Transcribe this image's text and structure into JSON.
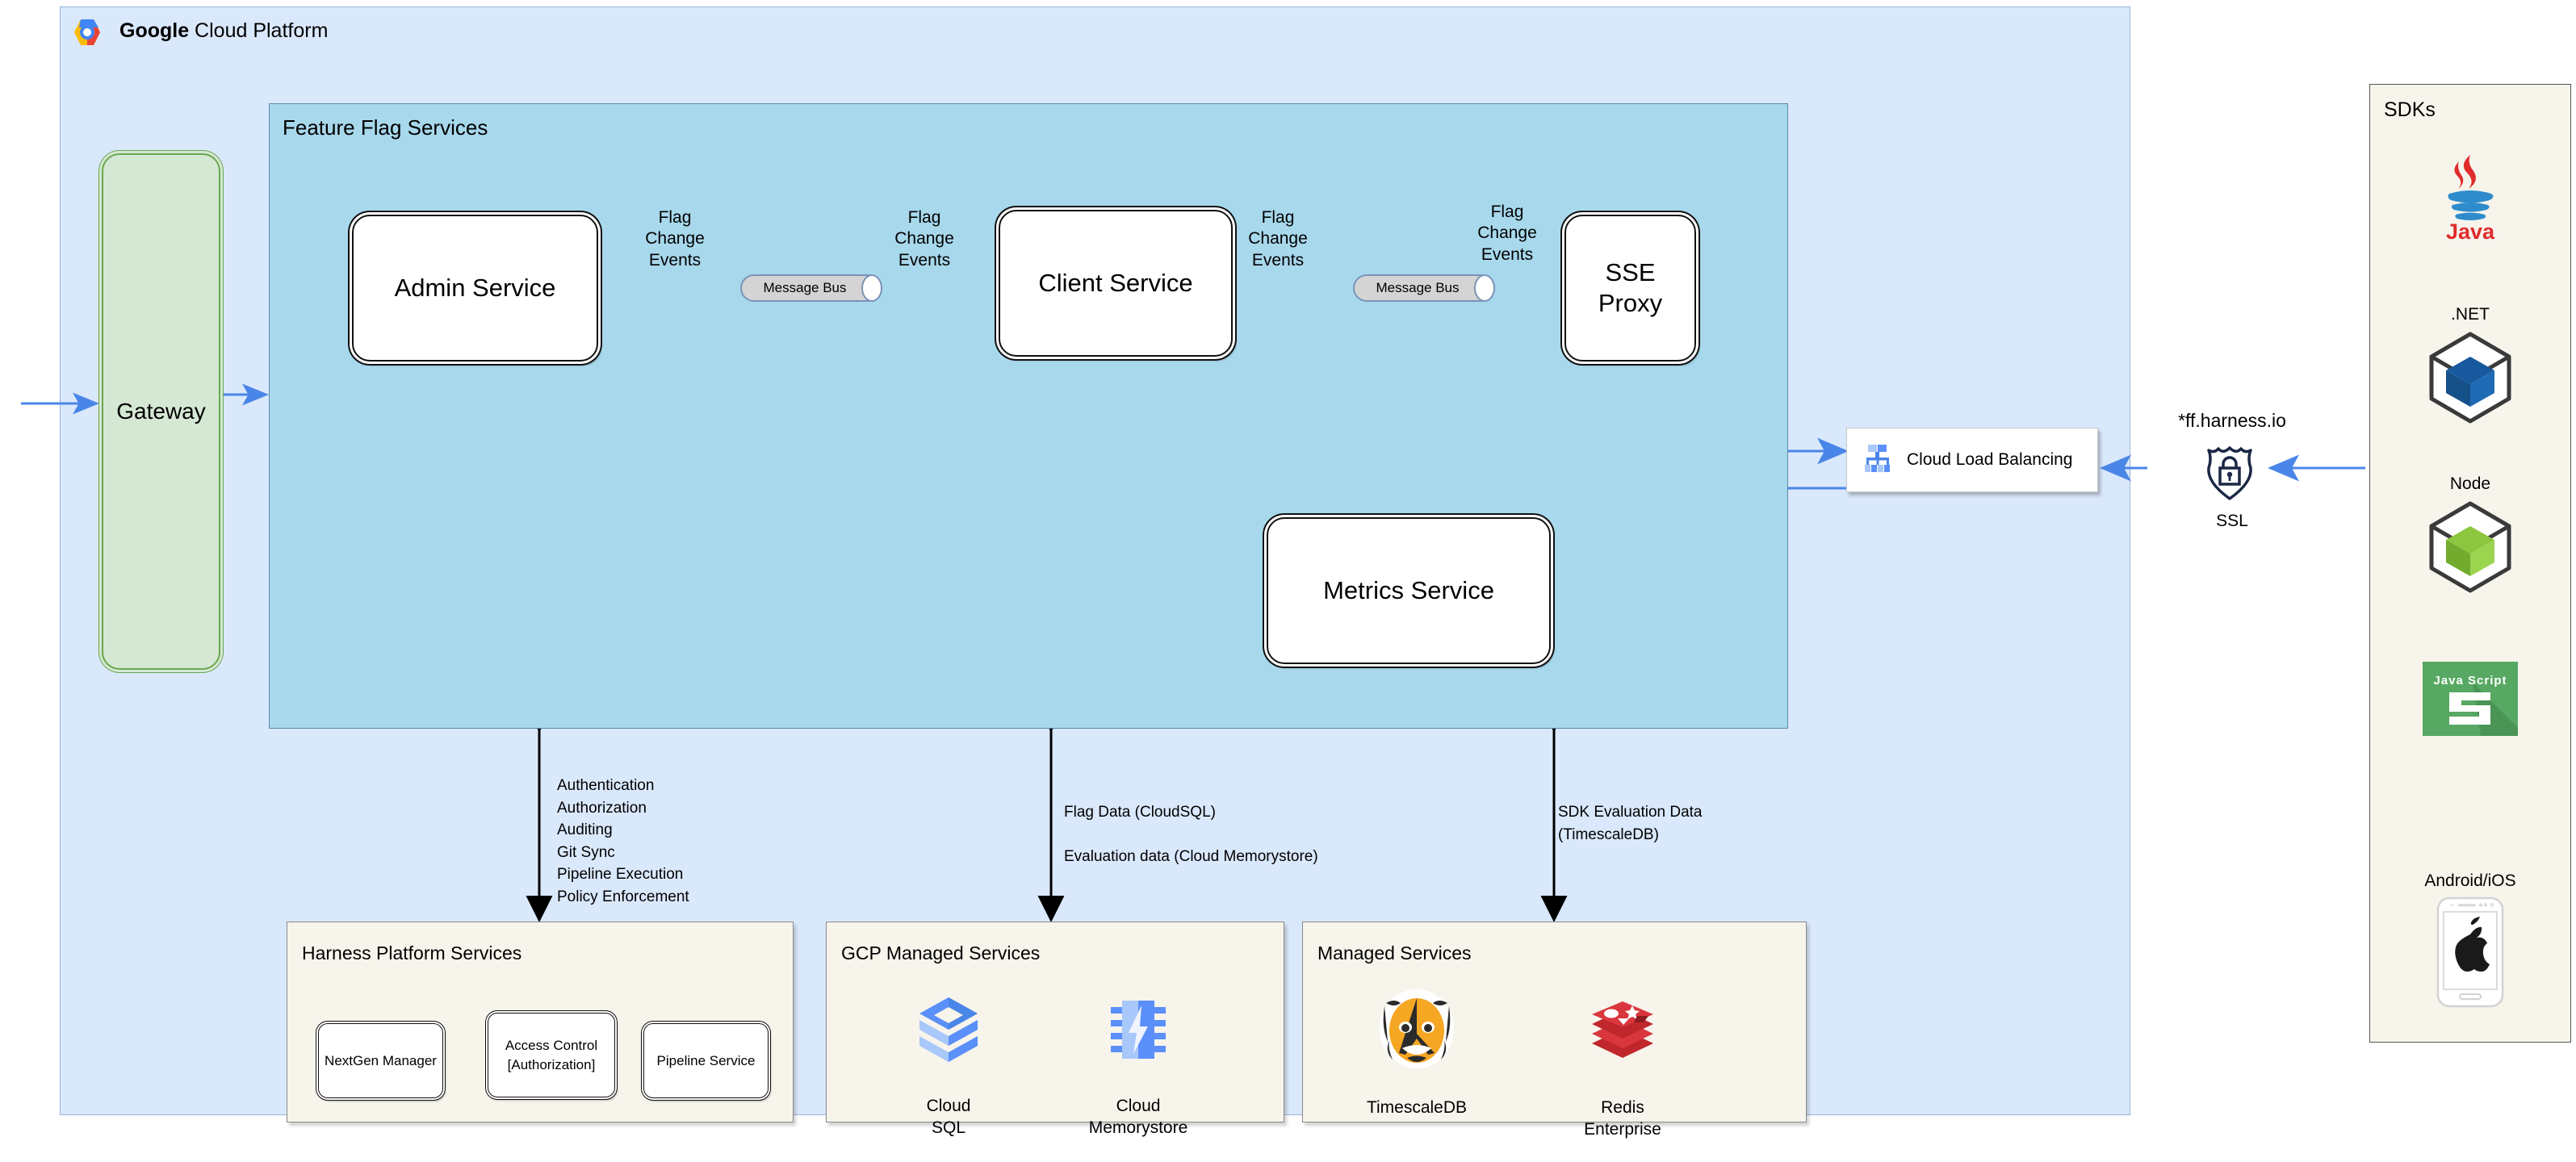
{
  "cloud": {
    "title_bold": "Google",
    "title_rest": " Cloud Platform",
    "logo_icon": "gcp-hexagon-logo"
  },
  "feature_flag_services": {
    "title": "Feature Flag Services",
    "services": [
      {
        "id": "admin",
        "label": "Admin Service"
      },
      {
        "id": "client",
        "label": "Client Service"
      },
      {
        "id": "sse",
        "label": "SSE\nProxy"
      },
      {
        "id": "metrics",
        "label": "Metrics Service"
      }
    ],
    "message_buses": [
      {
        "id": "bus1",
        "label": "Message Bus"
      },
      {
        "id": "bus2",
        "label": "Message Bus"
      }
    ],
    "edge_labels": [
      "Flag\nChange\nEvents",
      "Flag\nChange\nEvents",
      "Flag\nChange\nEvents",
      "Flag\nChange\nEvents"
    ]
  },
  "gateway": {
    "label": "Gateway"
  },
  "load_balancer": {
    "label": "Cloud Load Balancing",
    "icon": "cloud-load-balancing-icon"
  },
  "ssl": {
    "domain": "*ff.harness.io",
    "label": "SSL",
    "icon": "ssl-shield-lock-icon"
  },
  "annotations": {
    "harness": "Authentication\nAuthorization\nAuditing\nGit Sync\nPipeline Execution\nPolicy Enforcement",
    "gcp_managed": "Flag Data (CloudSQL)\n\nEvaluation data (Cloud Memorystore)",
    "managed": "SDK Evaluation Data\n(TimescaleDB)"
  },
  "bottom_panels": [
    {
      "id": "harness",
      "title": "Harness Platform Services",
      "items": [
        {
          "label": "NextGen Manager"
        },
        {
          "label": "Access Control\n[Authorization]"
        },
        {
          "label": "Pipeline Service"
        }
      ]
    },
    {
      "id": "gcp_managed",
      "title": "GCP Managed Services",
      "items": [
        {
          "label": "Cloud\nSQL",
          "icon": "cloud-sql-icon"
        },
        {
          "label": "Cloud\nMemorystore",
          "icon": "cloud-memorystore-icon"
        }
      ]
    },
    {
      "id": "managed",
      "title": "Managed Services",
      "items": [
        {
          "label": "TimescaleDB",
          "icon": "timescaledb-tiger-icon"
        },
        {
          "label": "Redis\nEnterprise",
          "icon": "redis-icon"
        }
      ]
    }
  ],
  "sdks": {
    "title": "SDKs",
    "items": [
      {
        "label": "Java",
        "icon": "java-icon",
        "label_position": "below"
      },
      {
        "label": ".NET",
        "icon": "dotnet-cube-icon",
        "label_position": "above"
      },
      {
        "label": "Node",
        "icon": "node-cube-icon",
        "label_position": "above"
      },
      {
        "label": "Java Script",
        "icon": "javascript-icon",
        "label_position": "inside"
      },
      {
        "label": "Android/iOS",
        "icon": "mobile-apple-icon",
        "label_position": "above"
      }
    ]
  },
  "colors": {
    "gcp_panel_bg": "#dae8fc",
    "ffs_panel_bg": "#a8d8ec",
    "gateway_bg": "#d5e8d4",
    "panel_bg": "#f7f4ec",
    "arrow_blue": "#4a86e8",
    "arrow_black": "#000000"
  }
}
